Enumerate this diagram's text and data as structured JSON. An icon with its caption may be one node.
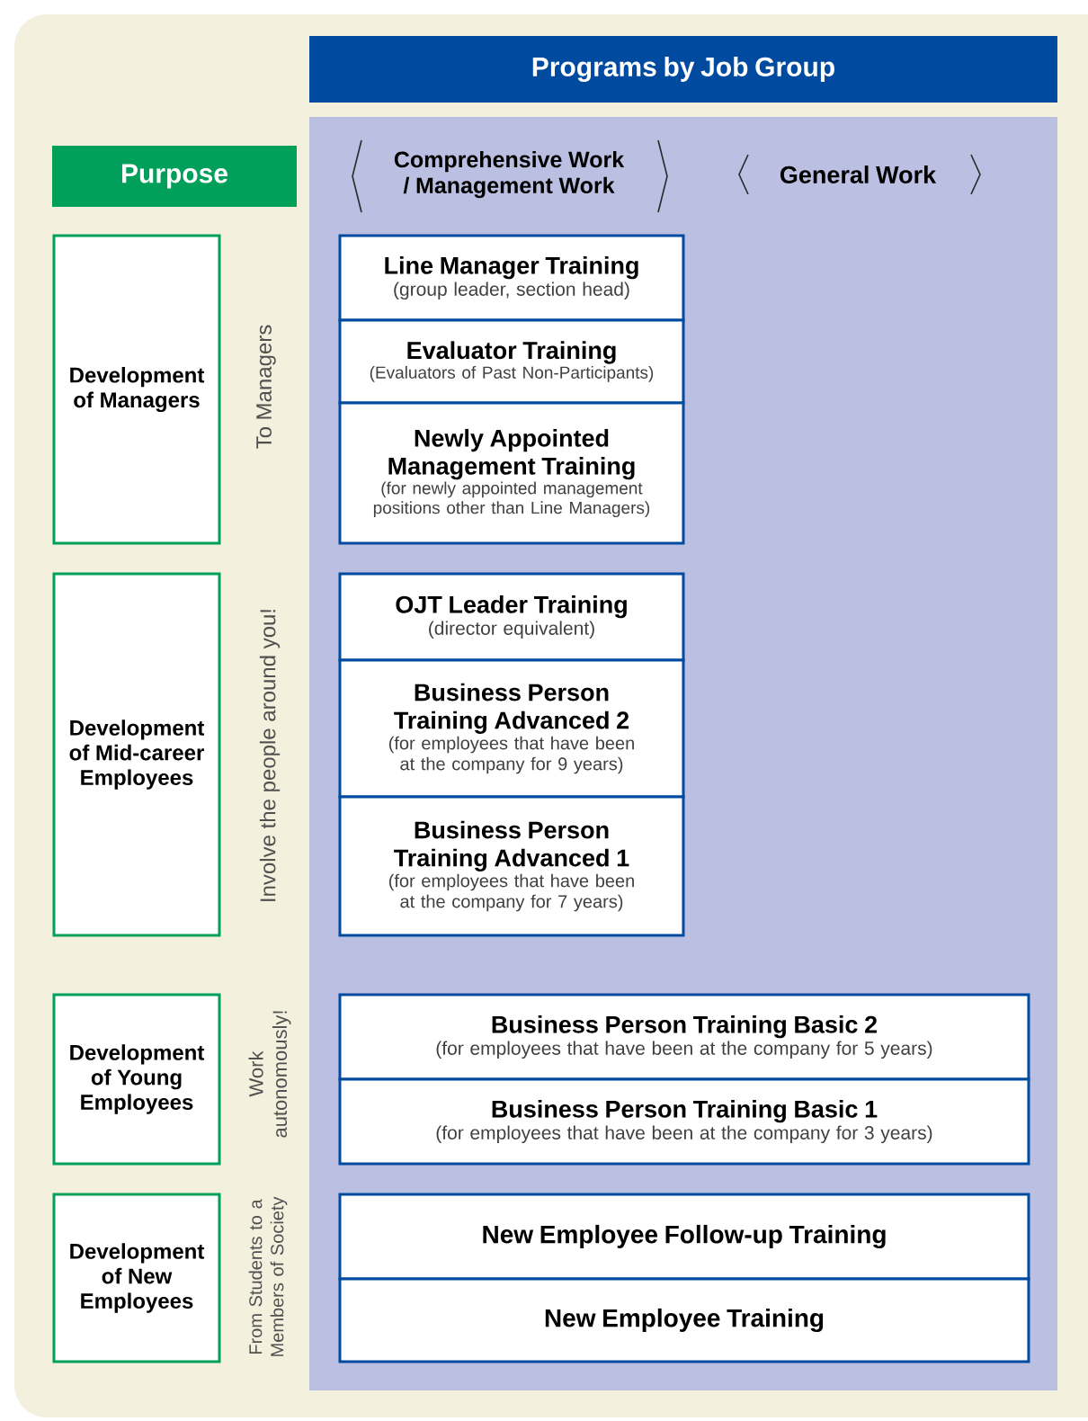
{
  "diagram": {
    "nodes": [
      {
        "text": [
          "Programs by Job Group"
        ]
      },
      {
        "text": [
          "Purpose"
        ]
      },
      {
        "text": [
          "Development of Managers"
        ],
        "beside": [
          "To Managers"
        ]
      },
      {
        "text": [
          "Line Manager Training",
          "(group leader, section head)"
        ]
      },
      {
        "text": [
          "Evaluator Training",
          "(Evaluators of Past Non-Participants)"
        ]
      },
      {
        "text": [
          "Newly Appointed Management Training",
          "(for newly appointed management positions other than Line Managers)"
        ]
      },
      {
        "text": [
          "Development of Mid-career Employees"
        ],
        "beside": [
          "Involve the people around you!"
        ]
      },
      {
        "text": [
          "OJT Leader Training",
          "(director equivalent)"
        ]
      },
      {
        "text": [
          "Business Person Training Advanced 2",
          "(for employees that have been at the company for 9 years)"
        ]
      },
      {
        "text": [
          "Business Person Training Advanced 1",
          "(for employees that have been at the company for 7 years)"
        ]
      },
      {
        "text": [
          "Development of Young Employees"
        ],
        "beside": [
          "Work autonomously!"
        ]
      },
      {
        "text": [
          "Business Person Training Basic 2",
          "(for employees that have been at the company for 5 years)"
        ]
      },
      {
        "text": [
          "Business Person Training Basic 1",
          "(for employees that have been at the company for 3 years)"
        ]
      },
      {
        "text": [
          "Development of New Employees"
        ],
        "beside": [
          "From Students to a Members of Society"
        ]
      },
      {
        "text": [
          "New Employee Follow-up Training"
        ]
      },
      {
        "text": [
          "New Employee Training"
        ]
      }
    ],
    "labels": [
      "Comprehensive Work / Management Work",
      "General Work"
    ]
  }
}
